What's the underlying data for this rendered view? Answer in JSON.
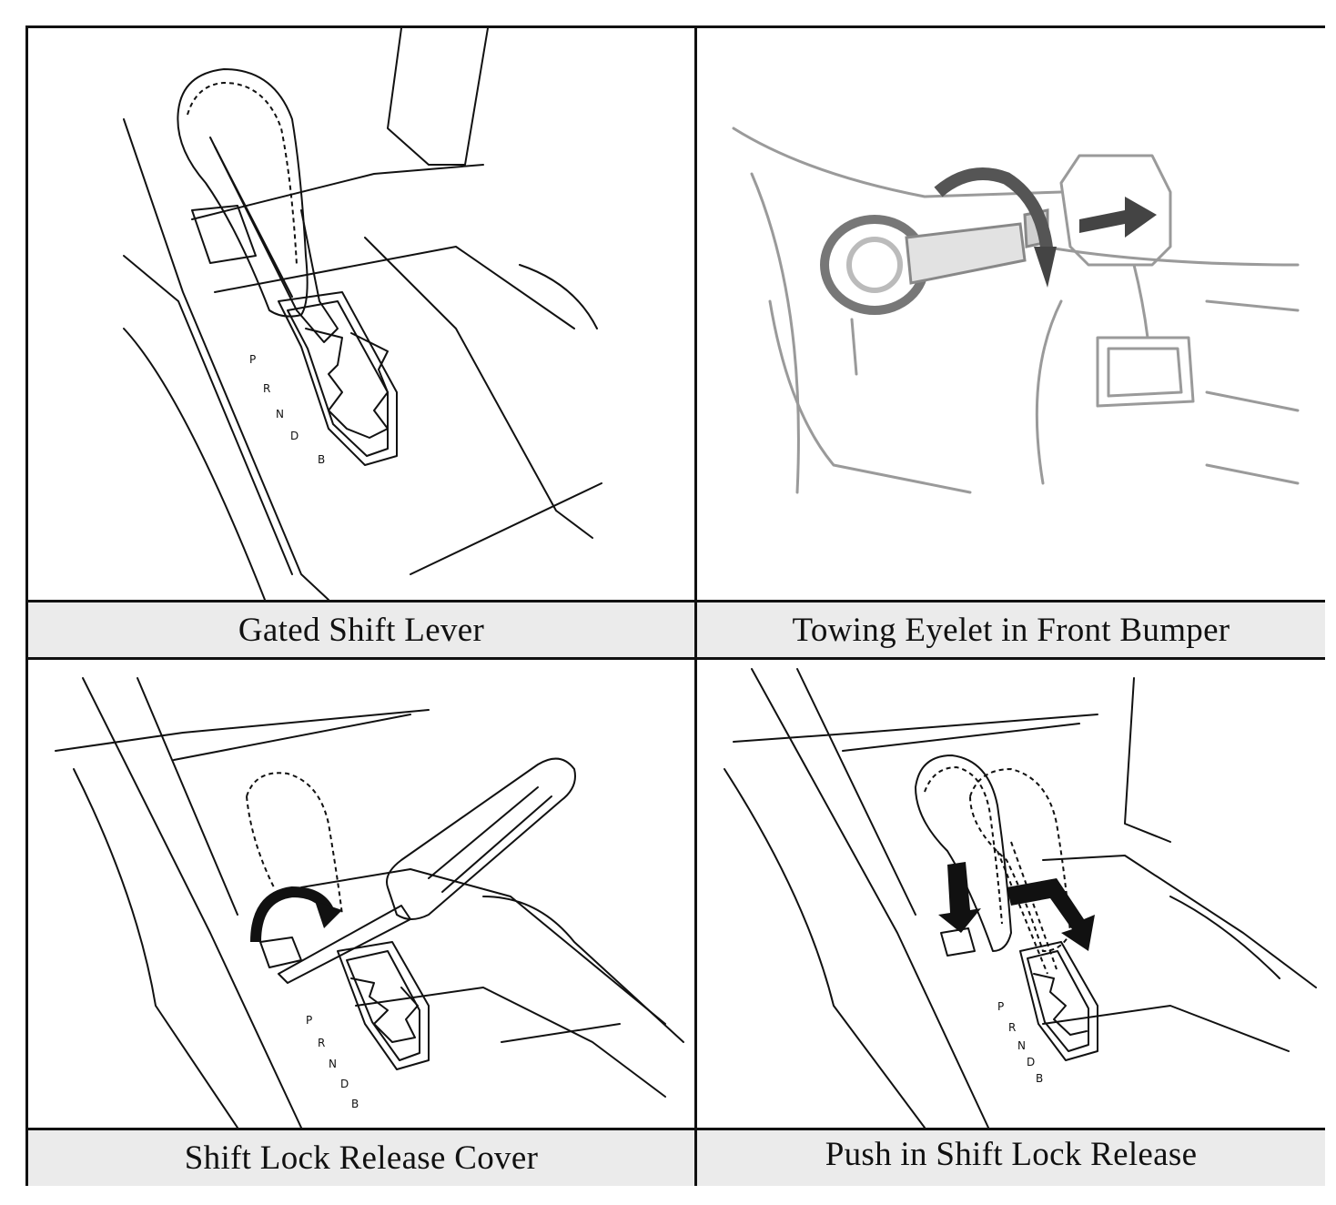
{
  "panels": [
    {
      "caption": "Gated Shift Lever",
      "gears": [
        "P",
        "R",
        "N",
        "D",
        "B"
      ]
    },
    {
      "caption": "Towing Eyelet in Front Bumper"
    },
    {
      "caption": "Shift Lock Release Cover",
      "gears": [
        "P",
        "R",
        "N",
        "D",
        "B"
      ]
    },
    {
      "caption": "Push in Shift Lock Release",
      "gears": [
        "P",
        "R",
        "N",
        "D",
        "B"
      ]
    }
  ]
}
